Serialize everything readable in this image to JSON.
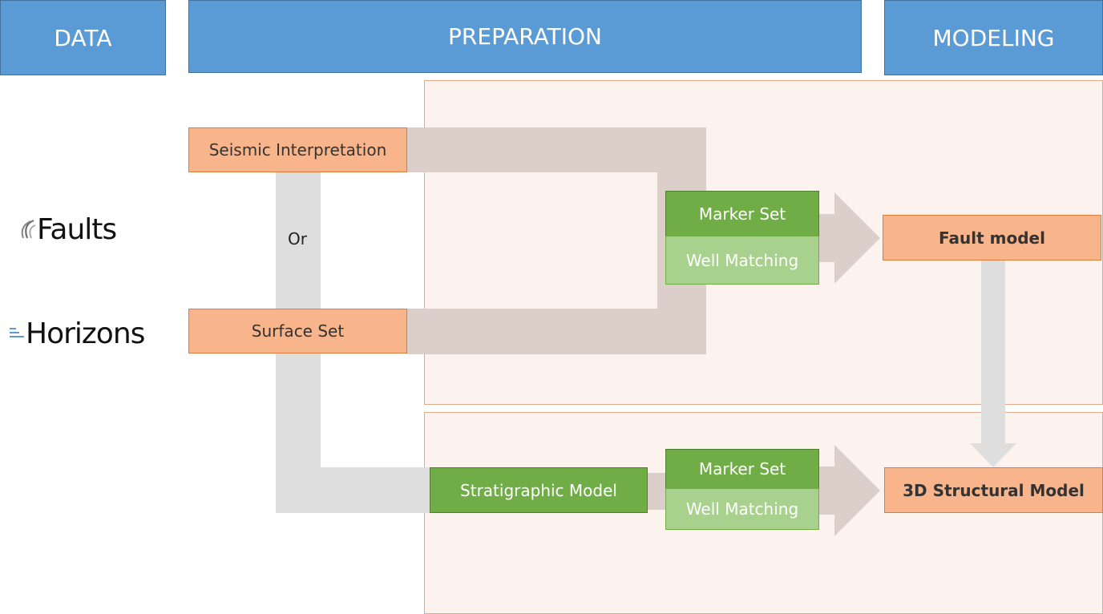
{
  "headers": {
    "data": "DATA",
    "preparation": "PREPARATION",
    "modeling": "MODELING"
  },
  "data_items": {
    "faults": "Faults",
    "horizons": "Horizons"
  },
  "preparation": {
    "seismic": "Seismic Interpretation",
    "or": "Or",
    "surface_set": "Surface Set",
    "stratigraphic_model": "Stratigraphic Model",
    "top_group": {
      "marker_set": "Marker Set",
      "well_matching": "Well Matching"
    },
    "bottom_group": {
      "marker_set": "Marker Set",
      "well_matching": "Well Matching"
    }
  },
  "modeling": {
    "fault_model": "Fault model",
    "structural_model": "3D Structural Model"
  },
  "icons": {
    "faults": "faults-icon",
    "horizons": "horizons-icon"
  },
  "colors": {
    "header": "#5b9bd5",
    "orange_box": "#f8b48a",
    "green_dark": "#70ad47",
    "green_light": "#a9d18e",
    "panel": "#fdf3ee",
    "connector": "#dccfc9",
    "gray_connector": "#dedede"
  }
}
